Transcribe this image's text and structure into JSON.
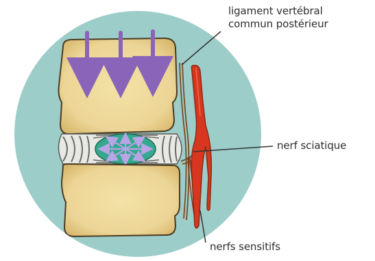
{
  "labels": {
    "ligament": {
      "line1": "ligament vertébral",
      "line2": "commun postérieur"
    },
    "nerf_sciatique": "nerf sciatique",
    "nerfs_sensitifs": "nerfs sensitifs"
  },
  "colors": {
    "background_circle": "#9dcdc9",
    "vertebra_fill": "#ecd596",
    "vertebra_outline": "#4a3a22",
    "disc_fill": "#e8e8e4",
    "disc_stripes": "#6a6a66",
    "nucleus_fill": "#34a98e",
    "arrow_purple": "#8a64b8",
    "nerve_red": "#d8361e",
    "nerve_dark": "#8a2a14",
    "ligament_brown": "#7a4a24",
    "leader_line": "#333333",
    "label_text": "#2e2e2e"
  },
  "icons": {
    "compression_arrows": "down-arrow-icon",
    "pressure_arrows": "radial-arrows-icon"
  }
}
